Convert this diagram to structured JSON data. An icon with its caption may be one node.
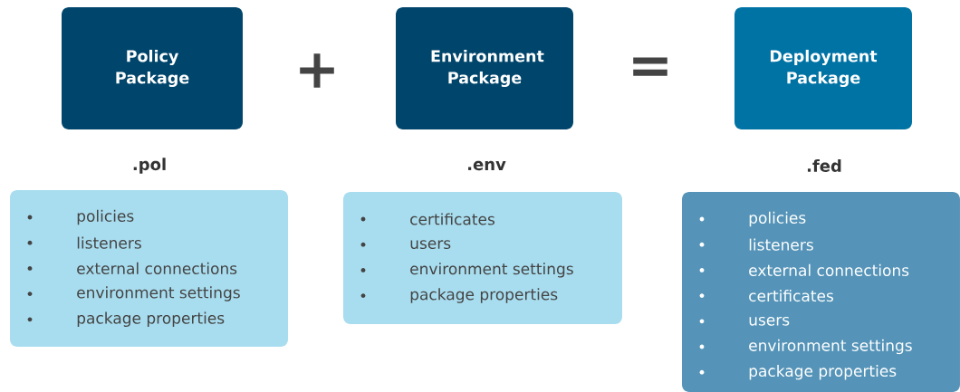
{
  "diagram": {
    "nodes": [
      {
        "text": [
          "Policy Package"
        ]
      },
      {
        "text": [
          "Environment Package"
        ]
      },
      {
        "text": [
          "Deployment Package"
        ]
      },
      {
        "text": [
          "policies",
          "listeners",
          "external connections",
          "environment settings",
          "package properties"
        ],
        "beside": [
          ".pol"
        ]
      },
      {
        "text": [
          "certificates",
          "users",
          "environment settings",
          "package properties"
        ],
        "beside": [
          ".env"
        ]
      },
      {
        "text": [
          "policies",
          "listeners",
          "external connections",
          "certificates",
          "users",
          "environment settings",
          "package properties"
        ],
        "beside": [
          ".fed"
        ]
      }
    ],
    "labels": [
      "+",
      "="
    ]
  }
}
